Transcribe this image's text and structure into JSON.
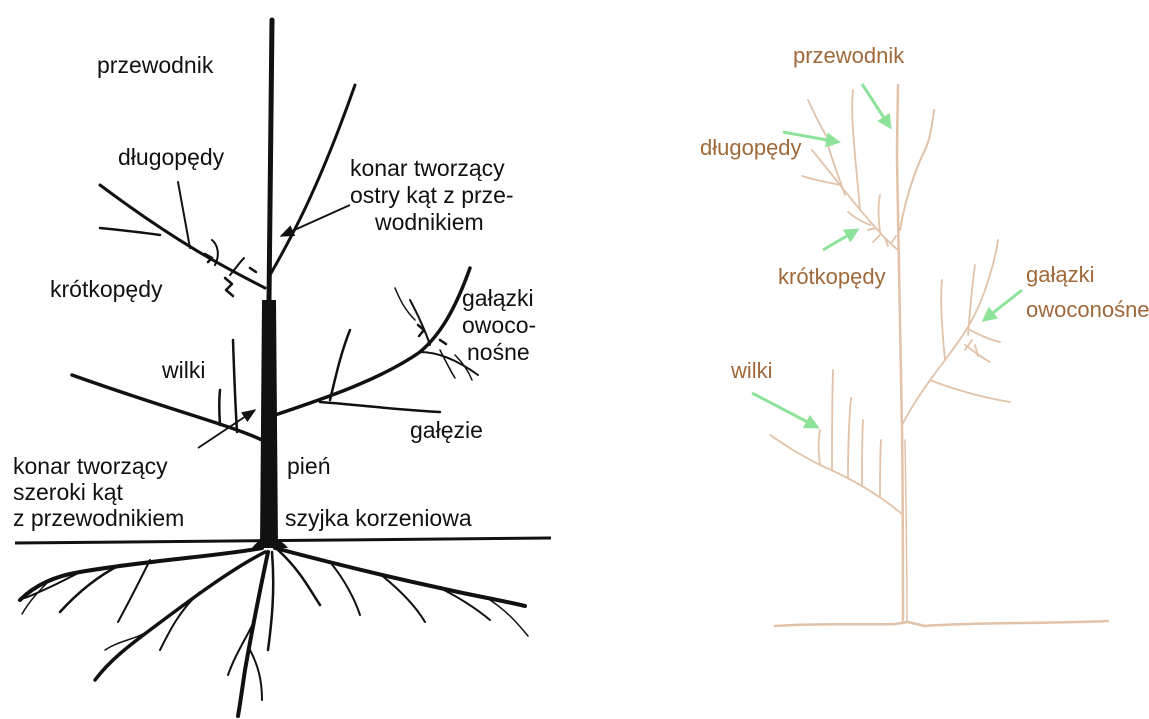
{
  "left_diagram": {
    "labels": {
      "przewodnik": "przewodnik",
      "dlugopedy": "długopędy",
      "konar_ostry": [
        "konar tworzący",
        "ostry kąt z prze-",
        "wodnikiem"
      ],
      "krotkopedy": "krótkopędy",
      "galazki": [
        "gałązki",
        "owoco-",
        "nośne"
      ],
      "wilki": "wilki",
      "galezie": "gałęzie",
      "konar_szeroki": [
        "konar tworzący",
        "szeroki kąt",
        "z przewodnikiem"
      ],
      "pien": "pień",
      "szyjka": "szyjka korzeniowa"
    }
  },
  "right_diagram": {
    "labels": {
      "przewodnik": "przewodnik",
      "dlugopedy": "długopędy",
      "krotkopedy": "krótkopędy",
      "galazki": [
        "gałązki",
        "owoconośne"
      ],
      "wilki": "wilki"
    },
    "colors": {
      "label": "#a0693a",
      "tree": "#e2c2a8",
      "arrow": "#8ee39a"
    }
  }
}
